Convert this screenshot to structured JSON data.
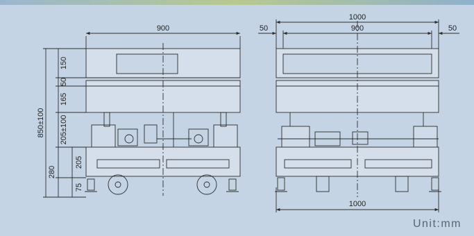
{
  "drawing": {
    "front": {
      "top_width": "900",
      "heights": [
        "150",
        "50",
        "165",
        "205±100",
        "205",
        "75"
      ],
      "overall_height": "850±100",
      "base_height": "280"
    },
    "side": {
      "overall_top": "1000",
      "side_margin_left": "50",
      "inner_width": "900",
      "side_margin_right": "50",
      "base_width": "1000"
    },
    "unit_label": "Unit:mm"
  }
}
